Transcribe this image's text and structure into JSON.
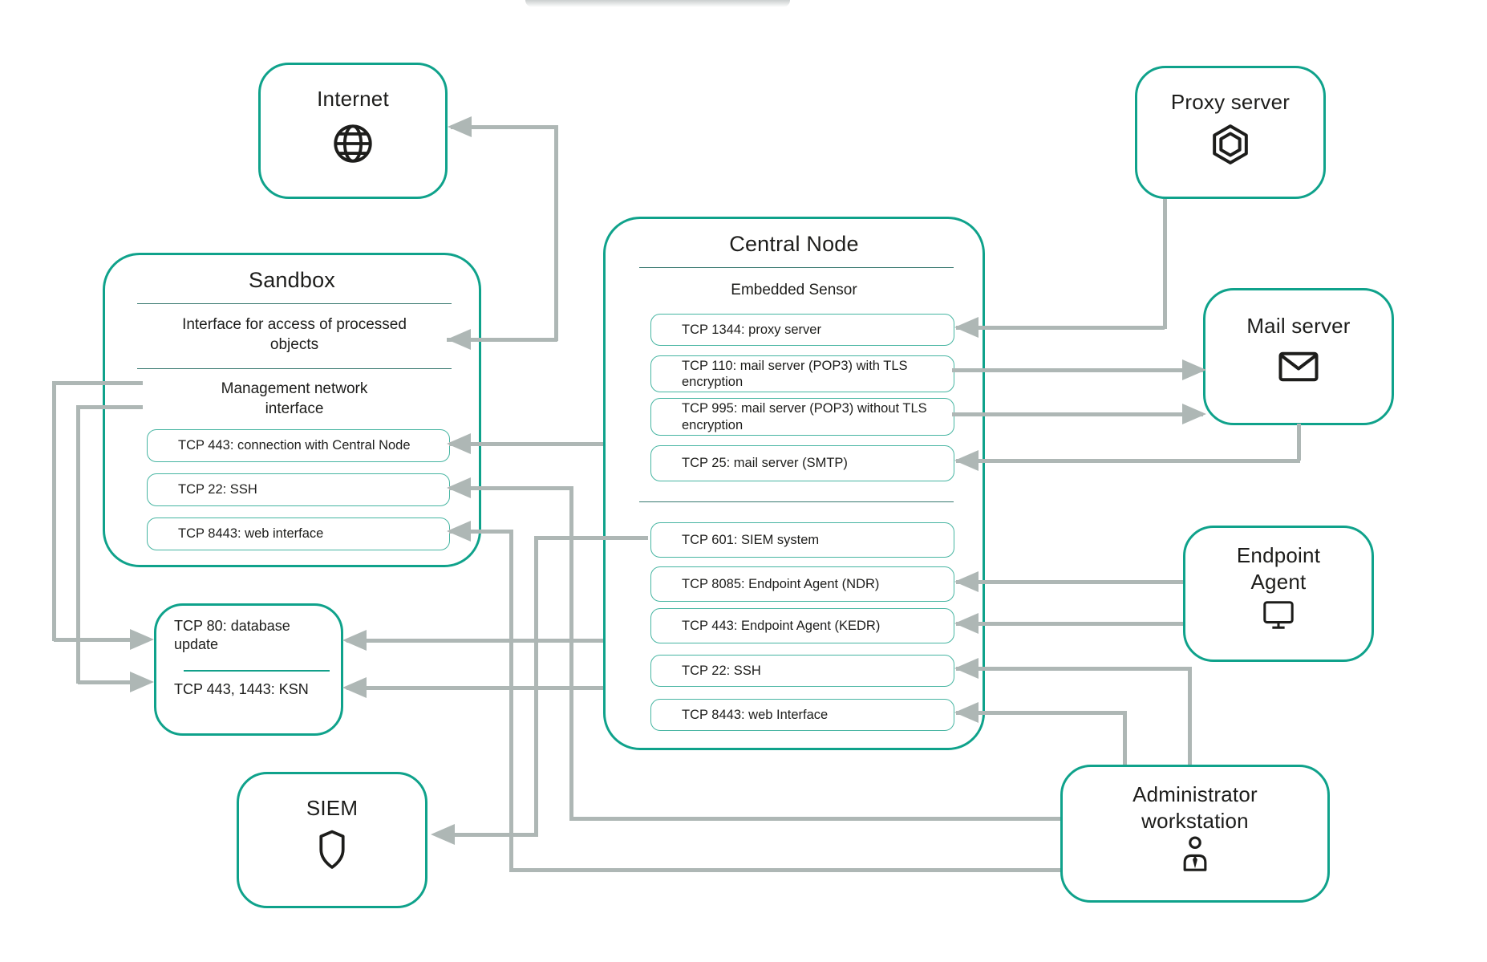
{
  "palette": {
    "accent_border": "#0fa28b",
    "port_border": "#47b5a2",
    "connector_gray": "#aeb7b5",
    "text": "#1d1d1b"
  },
  "nodes": {
    "internet": {
      "title": "Internet",
      "icon": "globe-icon"
    },
    "proxy": {
      "title": "Proxy server",
      "icon": "hexagon-icon"
    },
    "mail": {
      "title": "Mail server",
      "icon": "envelope-icon"
    },
    "endpoint": {
      "title": "Endpoint Agent",
      "icon": "monitor-icon"
    },
    "admin": {
      "title": "Administrator workstation",
      "icon": "person-icon"
    },
    "siem": {
      "title": "SIEM",
      "icon": "shield-icon"
    }
  },
  "sandbox": {
    "title": "Sandbox",
    "section1": "Interface for access of processed objects",
    "section2": "Management network interface",
    "ports": [
      "TCP 443: connection with Central Node",
      "TCP 22: SSH",
      "TCP 8443: web interface"
    ]
  },
  "central": {
    "title": "Central Node",
    "subtitle": "Embedded Sensor",
    "sensor_ports": [
      "TCP 1344: proxy server",
      "TCP 110: mail server (POP3) with TLS encryption",
      "TCP 995: mail server (POP3) without TLS encryption",
      "TCP 25: mail server (SMTP)"
    ],
    "ports": [
      "TCP 601: SIEM system",
      "TCP 8085: Endpoint Agent (NDR)",
      "TCP 443: Endpoint Agent (KEDR)",
      "TCP 22: SSH",
      "TCP 8443: web Interface"
    ]
  },
  "update_box": {
    "line1": "TCP 80: database update",
    "line2": "TCP 443, 1443: KSN"
  }
}
